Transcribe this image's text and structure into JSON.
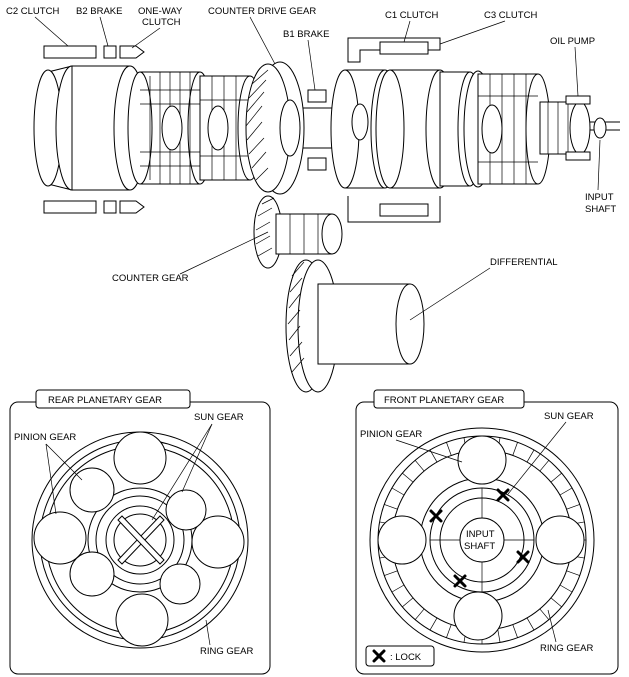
{
  "labels": {
    "c2_clutch": "C2 CLUTCH",
    "b2_brake": "B2 BRAKE",
    "one_way_1": "ONE-WAY",
    "one_way_2": "CLUTCH",
    "counter_drive_gear": "COUNTER DRIVE GEAR",
    "c1_clutch": "C1 CLUTCH",
    "c3_clutch": "C3 CLUTCH",
    "b1_brake": "B1  BRAKE",
    "oil_pump": "OIL PUMP",
    "input_shaft_1": "INPUT",
    "input_shaft_2": "SHAFT",
    "counter_gear": "COUNTER GEAR",
    "differential": "DIFFERENTIAL"
  },
  "rear_panel": {
    "title": "REAR PLANETARY GEAR",
    "sun_gear": "SUN GEAR",
    "pinion_gear": "PINION GEAR",
    "ring_gear": "RING GEAR"
  },
  "front_panel": {
    "title": "FRONT PLANETARY GEAR",
    "sun_gear": "SUN GEAR",
    "pinion_gear": "PINION GEAR",
    "ring_gear": "RING GEAR",
    "center_1": "INPUT",
    "center_2": "SHAFT",
    "legend_lock": ": LOCK"
  }
}
